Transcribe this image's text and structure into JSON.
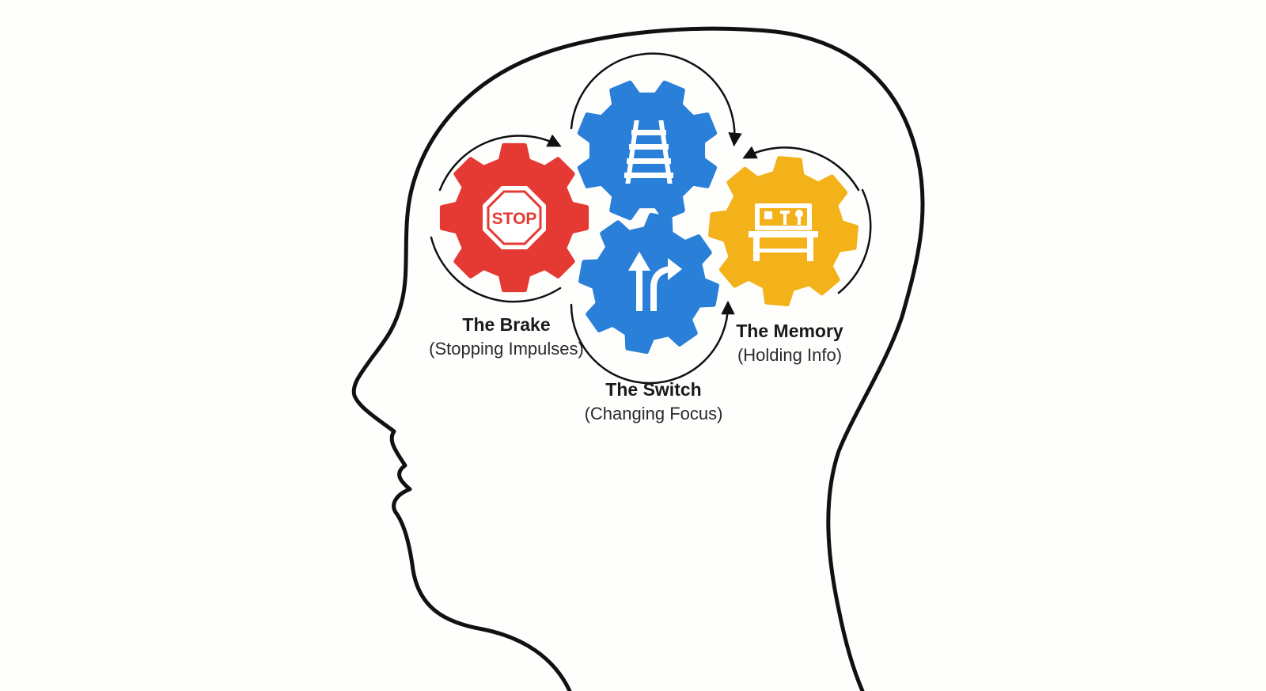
{
  "colors": {
    "brake": "#e43a33",
    "switch": "#2a7fd8",
    "memory": "#f3b21a",
    "outline": "#111111",
    "background": "#fefefc"
  },
  "gears": [
    {
      "id": "brake",
      "title": "The Brake",
      "subtitle": "(Stopping Impulses)",
      "icon": "stop-sign-icon",
      "icon_text": "STOP"
    },
    {
      "id": "railroad",
      "title": "",
      "subtitle": "",
      "icon": "railroad-track-icon"
    },
    {
      "id": "switch",
      "title": "The Switch",
      "subtitle": "(Changing Focus)",
      "icon": "turn-arrow-icon"
    },
    {
      "id": "memory",
      "title": "The Memory",
      "subtitle": "(Holding Info)",
      "icon": "workbench-icon"
    }
  ]
}
